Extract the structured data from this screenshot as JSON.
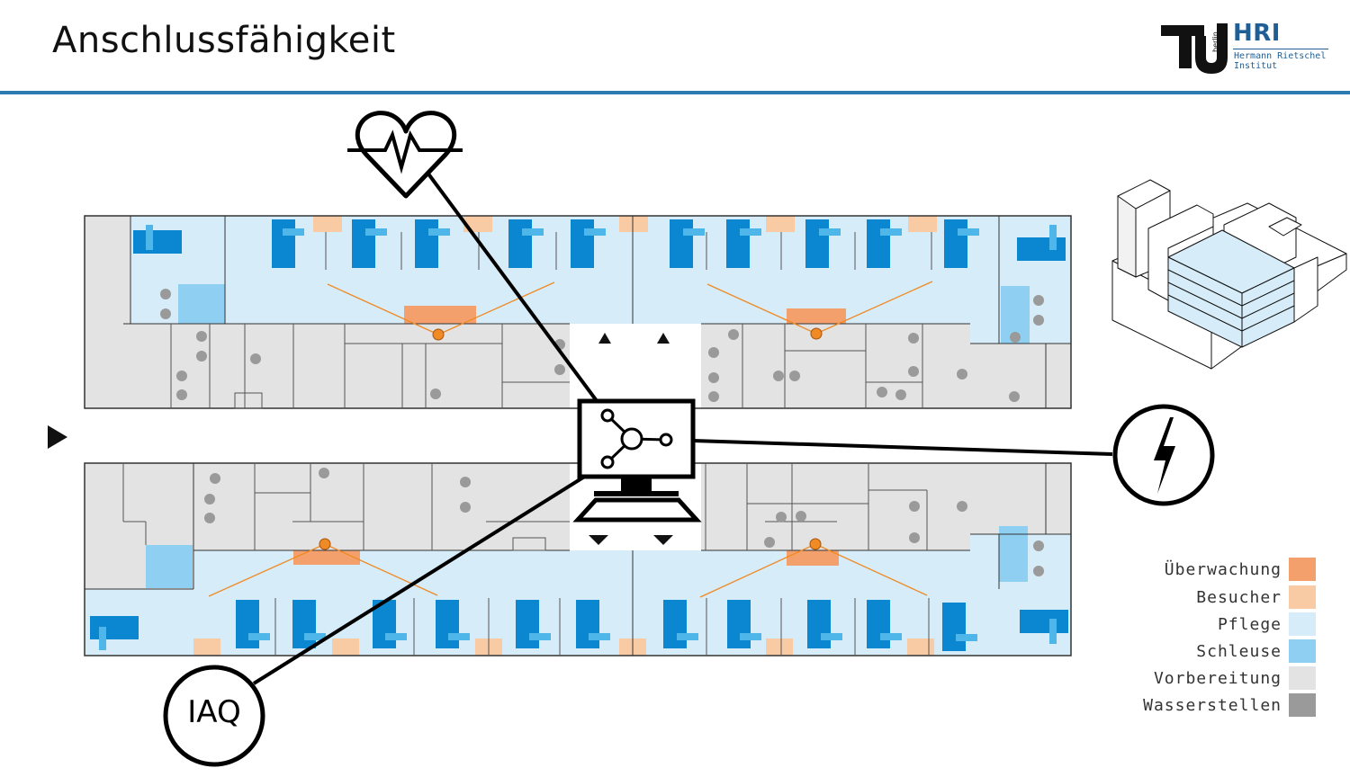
{
  "header": {
    "title": "Anschlussfähigkeit",
    "logo": {
      "tu_text": "berlin",
      "hri": "HRI",
      "line1": "Hermann Rietschel",
      "line2": "Institut"
    }
  },
  "diagram": {
    "hub_icon": "computer-icon",
    "nodes": [
      {
        "id": "health",
        "icon": "heartbeat-icon"
      },
      {
        "id": "power",
        "icon": "lightning-icon"
      },
      {
        "id": "iaq",
        "label": "IAQ"
      }
    ],
    "entrance_icon": "play-arrow-icon"
  },
  "legend": {
    "items": [
      {
        "label": "Überwachung",
        "color": "#f4a06c"
      },
      {
        "label": "Besucher",
        "color": "#f9cba5"
      },
      {
        "label": "Pflege",
        "color": "#d6ecf8"
      },
      {
        "label": "Schleuse",
        "color": "#8fd0f2"
      },
      {
        "label": "Vorbereitung",
        "color": "#e3e3e3"
      },
      {
        "label": "Wasserstellen",
        "color": "#9a9a9a"
      }
    ]
  },
  "colors": {
    "accent_rule": "#2b7bb0",
    "bed": "#0b86d1",
    "bed_light": "#4fb6ea",
    "sensor": "#ef8a25"
  }
}
